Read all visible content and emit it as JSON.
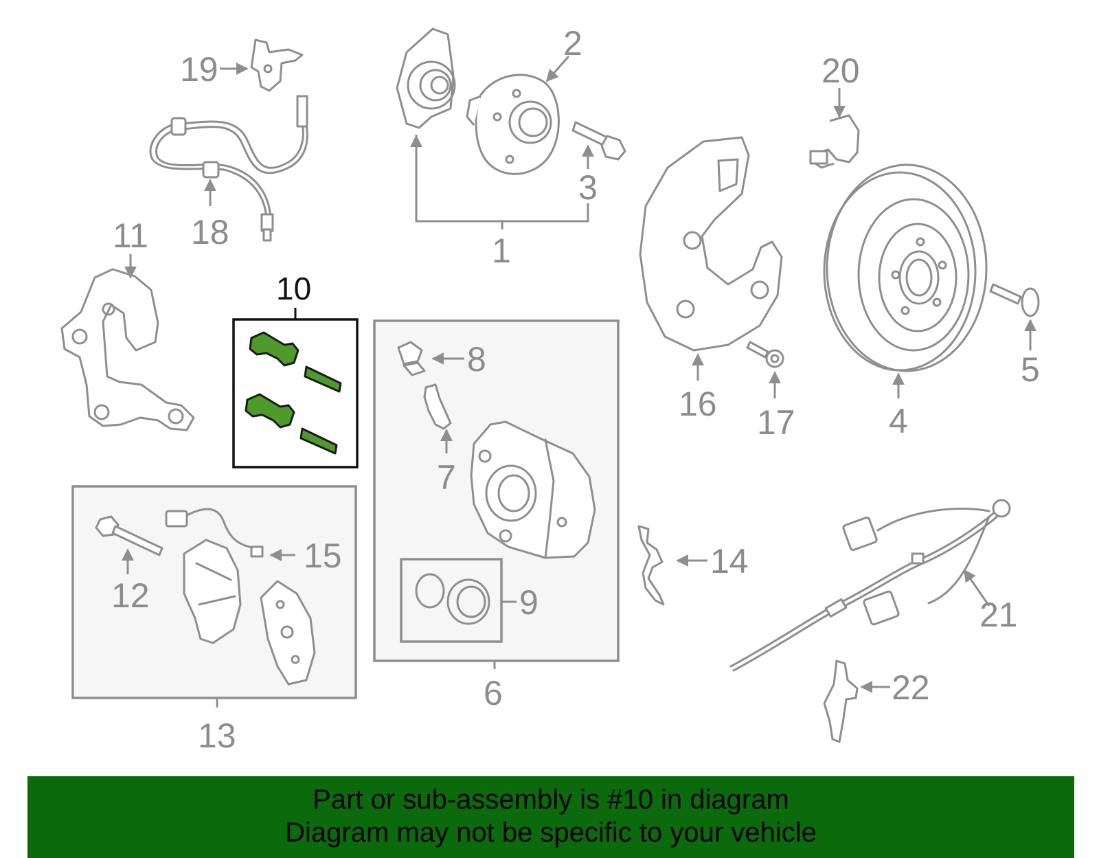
{
  "callouts": {
    "c1": "1",
    "c2": "2",
    "c3": "3",
    "c4": "4",
    "c5": "5",
    "c6": "6",
    "c7": "7",
    "c8": "8",
    "c9": "9",
    "c10": "10",
    "c11": "11",
    "c12": "12",
    "c13": "13",
    "c14": "14",
    "c15": "15",
    "c16": "16",
    "c17": "17",
    "c18": "18",
    "c19": "19",
    "c20": "20",
    "c21": "21",
    "c22": "22"
  },
  "highlight": {
    "part": "10",
    "color": "#4f9a2a"
  },
  "footer": {
    "line1": "Part or sub-assembly is #10 in diagram",
    "line2": "Diagram may not be specific to your vehicle",
    "background": "#0b6a0b"
  }
}
